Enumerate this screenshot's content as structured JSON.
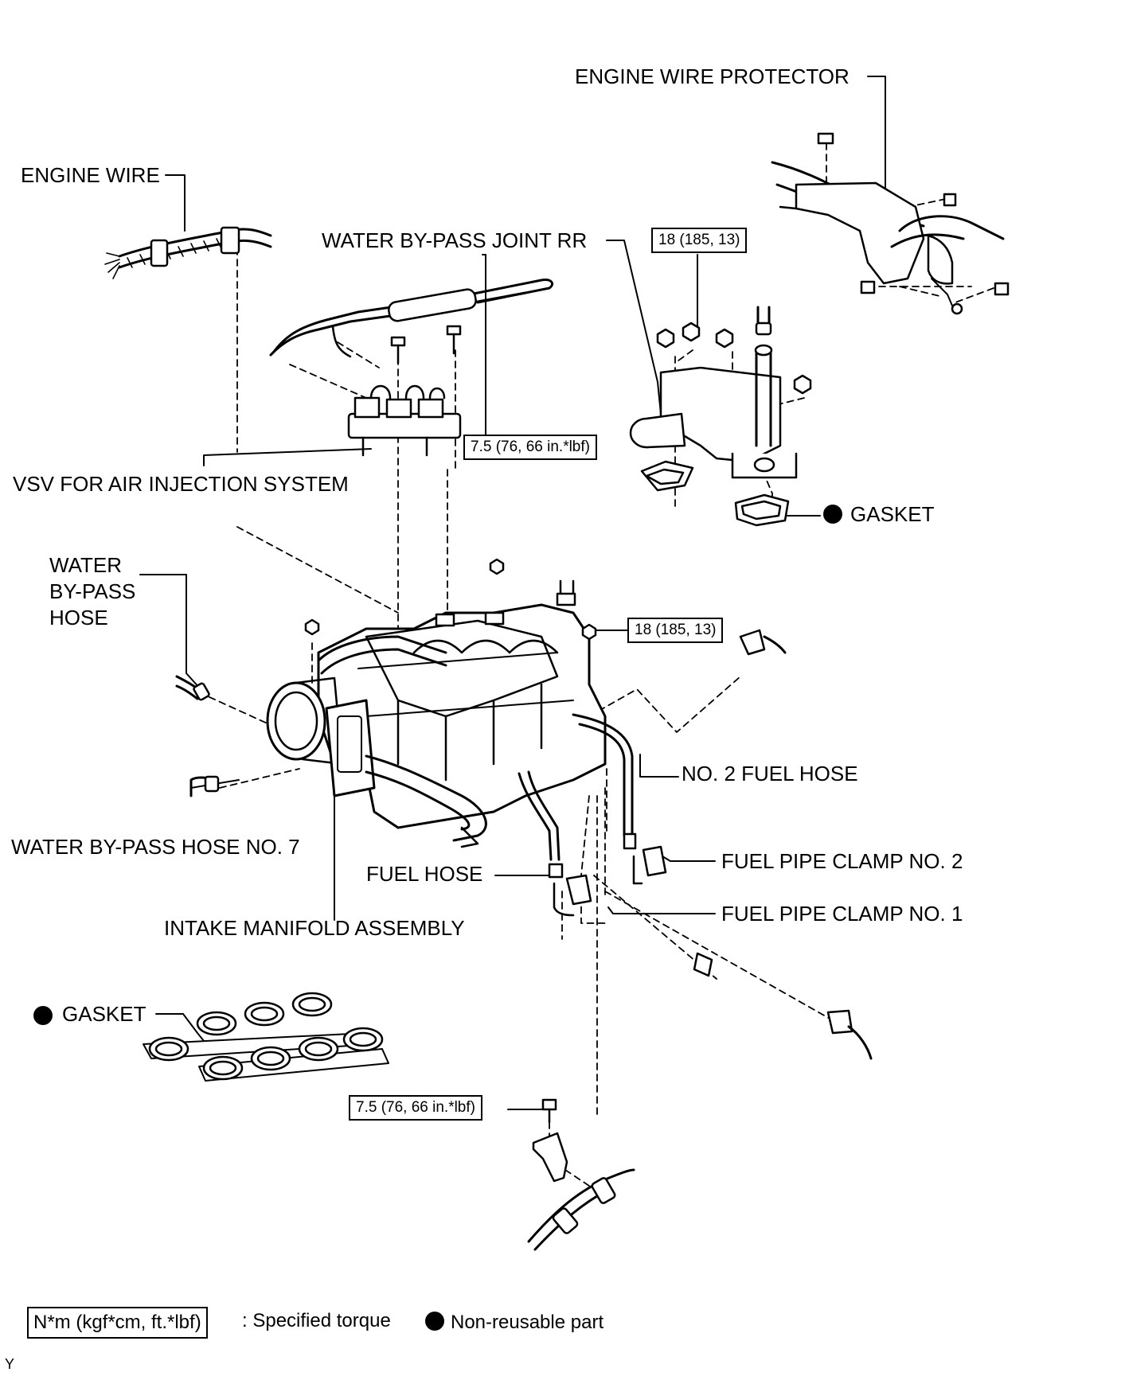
{
  "labels": {
    "engine_wire_protector": "ENGINE WIRE PROTECTOR",
    "engine_wire": "ENGINE WIRE",
    "water_bypass_joint_rr": "WATER BY-PASS JOINT RR",
    "vsv_air_injection": "VSV FOR AIR INJECTION SYSTEM",
    "gasket_upper": "GASKET",
    "water_bypass_hose_l1": "WATER",
    "water_bypass_hose_l2": "BY-PASS",
    "water_bypass_hose_l3": "HOSE",
    "no2_fuel_hose": "NO. 2 FUEL HOSE",
    "water_bypass_hose_no7": "WATER BY-PASS HOSE NO. 7",
    "fuel_hose": "FUEL HOSE",
    "fuel_pipe_clamp_no2": "FUEL PIPE CLAMP NO. 2",
    "fuel_pipe_clamp_no1": "FUEL PIPE CLAMP NO. 1",
    "intake_manifold_assembly": "INTAKE MANIFOLD ASSEMBLY",
    "gasket_lower": "GASKET"
  },
  "torques": {
    "joint_nut": "18 (185, 13)",
    "vsv_bolt": "7.5 (76, 66 in.*lbf)",
    "manifold_nut": "18 (185, 13)",
    "bracket_bolt": "7.5 (76, 66 in.*lbf)"
  },
  "legend": {
    "torque_box": "N*m (kgf*cm, ft.*lbf)",
    "torque_text": ": Specified torque",
    "nonreusable_text": "Non-reusable part"
  },
  "corner_mark": "Y",
  "colors": {
    "ink": "#000000",
    "paper": "#ffffff"
  }
}
